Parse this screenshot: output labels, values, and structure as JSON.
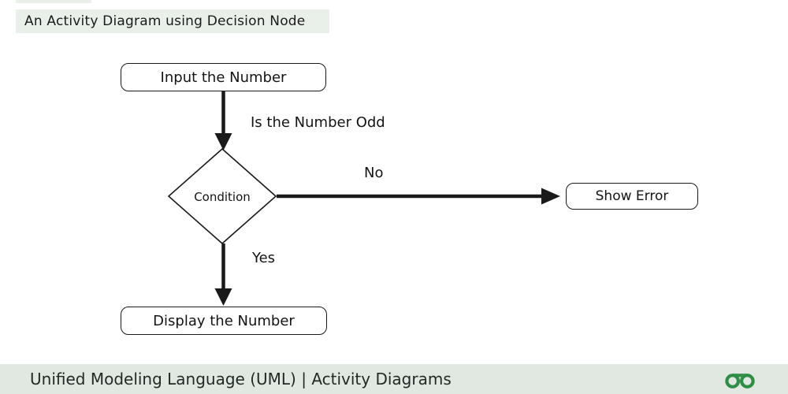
{
  "title": "An Activity Diagram using Decision Node",
  "diagram": {
    "nodes": {
      "input": "Input the Number",
      "condition": "Condition",
      "show_error": "Show Error",
      "display": "Display the Number"
    },
    "edges": {
      "question": "Is the Number Odd",
      "no": "No",
      "yes": "Yes"
    }
  },
  "footer": {
    "text": "Unified Modeling Language (UML) | Activity Diagrams",
    "logo": "geeksforgeeks-logo"
  },
  "colors": {
    "highlight": "#e9efe9",
    "footer_bg": "#e1e8e1",
    "line": "#1a1a1a",
    "logo_green": "#2f8d46"
  }
}
